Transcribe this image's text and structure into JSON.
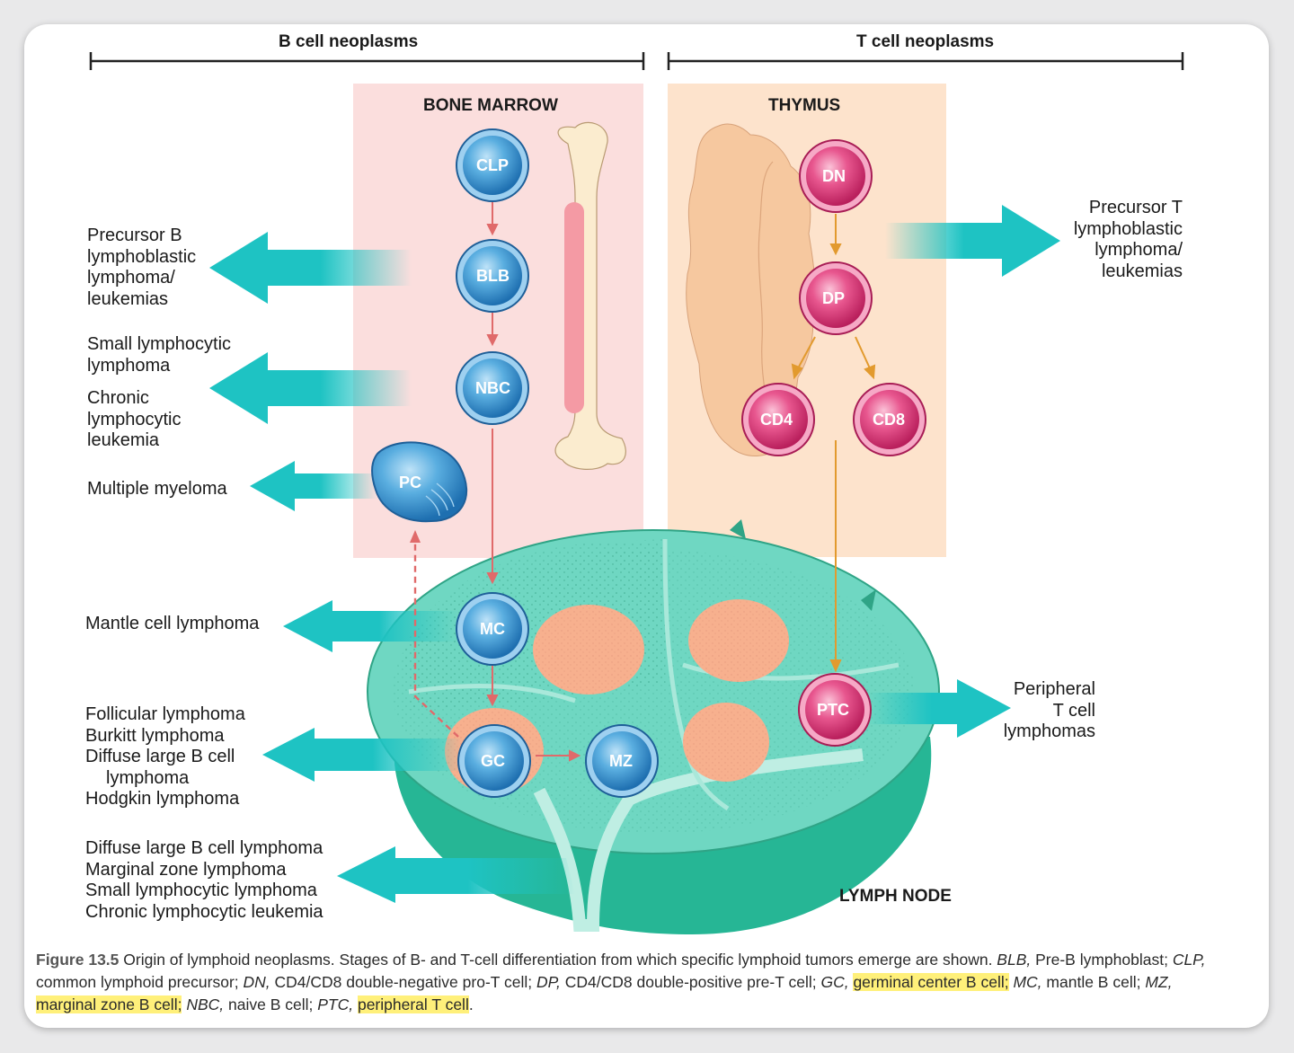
{
  "header": {
    "b_cell": "B cell neoplasms",
    "t_cell": "T cell neoplasms"
  },
  "regions": {
    "bone_marrow": "BONE MARROW",
    "thymus": "THYMUS",
    "lymph_node": "LYMPH NODE"
  },
  "cells": {
    "clp": "CLP",
    "blb": "BLB",
    "nbc": "NBC",
    "pc": "PC",
    "mc": "MC",
    "gc": "GC",
    "mz": "MZ",
    "dn": "DN",
    "dp": "DP",
    "cd4": "CD4",
    "cd8": "CD8",
    "ptc": "PTC"
  },
  "labels": {
    "precursor_b": [
      "Precursor B",
      "lymphoblastic",
      "lymphoma/",
      "leukemias"
    ],
    "small_lympho": [
      "Small lymphocytic",
      "lymphoma"
    ],
    "chronic": [
      "Chronic",
      "lymphocytic",
      "leukemia"
    ],
    "myeloma": "Multiple myeloma",
    "mantle": "Mantle cell lymphoma",
    "gc_list": [
      "Follicular lymphoma",
      "Burkitt lymphoma",
      "Diffuse large B cell",
      "lymphoma",
      "Hodgkin lymphoma"
    ],
    "mz_list": [
      "Diffuse large B cell lymphoma",
      "Marginal zone lymphoma",
      "Small lymphocytic lymphoma",
      "Chronic lymphocytic leukemia"
    ],
    "precursor_t": [
      "Precursor T",
      "lymphoblastic",
      "lymphoma/",
      "leukemias"
    ],
    "peripheral_t": [
      "Peripheral",
      "T cell",
      "lymphomas"
    ]
  },
  "caption": {
    "fig": "Figure 13.5",
    "p1": " Origin of lymphoid neoplasms. Stages of B- and T-cell differentiation from which specific lymphoid tumors emerge are shown. ",
    "blb": "BLB,",
    "p2": " Pre-B lymphoblast; ",
    "clp": "CLP,",
    "p3": " common lymphoid precursor; ",
    "dn": "DN,",
    "p4": " CD4/CD8 double-negative pro-T cell; ",
    "dp": "DP,",
    "p5": " CD4/CD8 double-positive pre-T cell; ",
    "gc": "GC,",
    "p6": " ",
    "gc_def": "germinal center B cell;",
    "p7": " ",
    "mc": "MC,",
    "p8": " mantle B cell; ",
    "mz": "MZ,",
    "p9": " ",
    "mz_def": "marginal zone B cell;",
    "p10": " ",
    "nbc": "NBC,",
    "p11": " naive B cell; ",
    "ptc": "PTC,",
    "p12": " ",
    "ptc_def": "peripheral T cell",
    "p13": "."
  },
  "colors": {
    "bone_marrow_bg": "#fbdedd",
    "thymus_bg": "#fde3cc",
    "b_cell": "#3b8fcf",
    "t_cell": "#dc3f7b",
    "arrow": "#1ec3c3",
    "node": "#59cdb2"
  }
}
